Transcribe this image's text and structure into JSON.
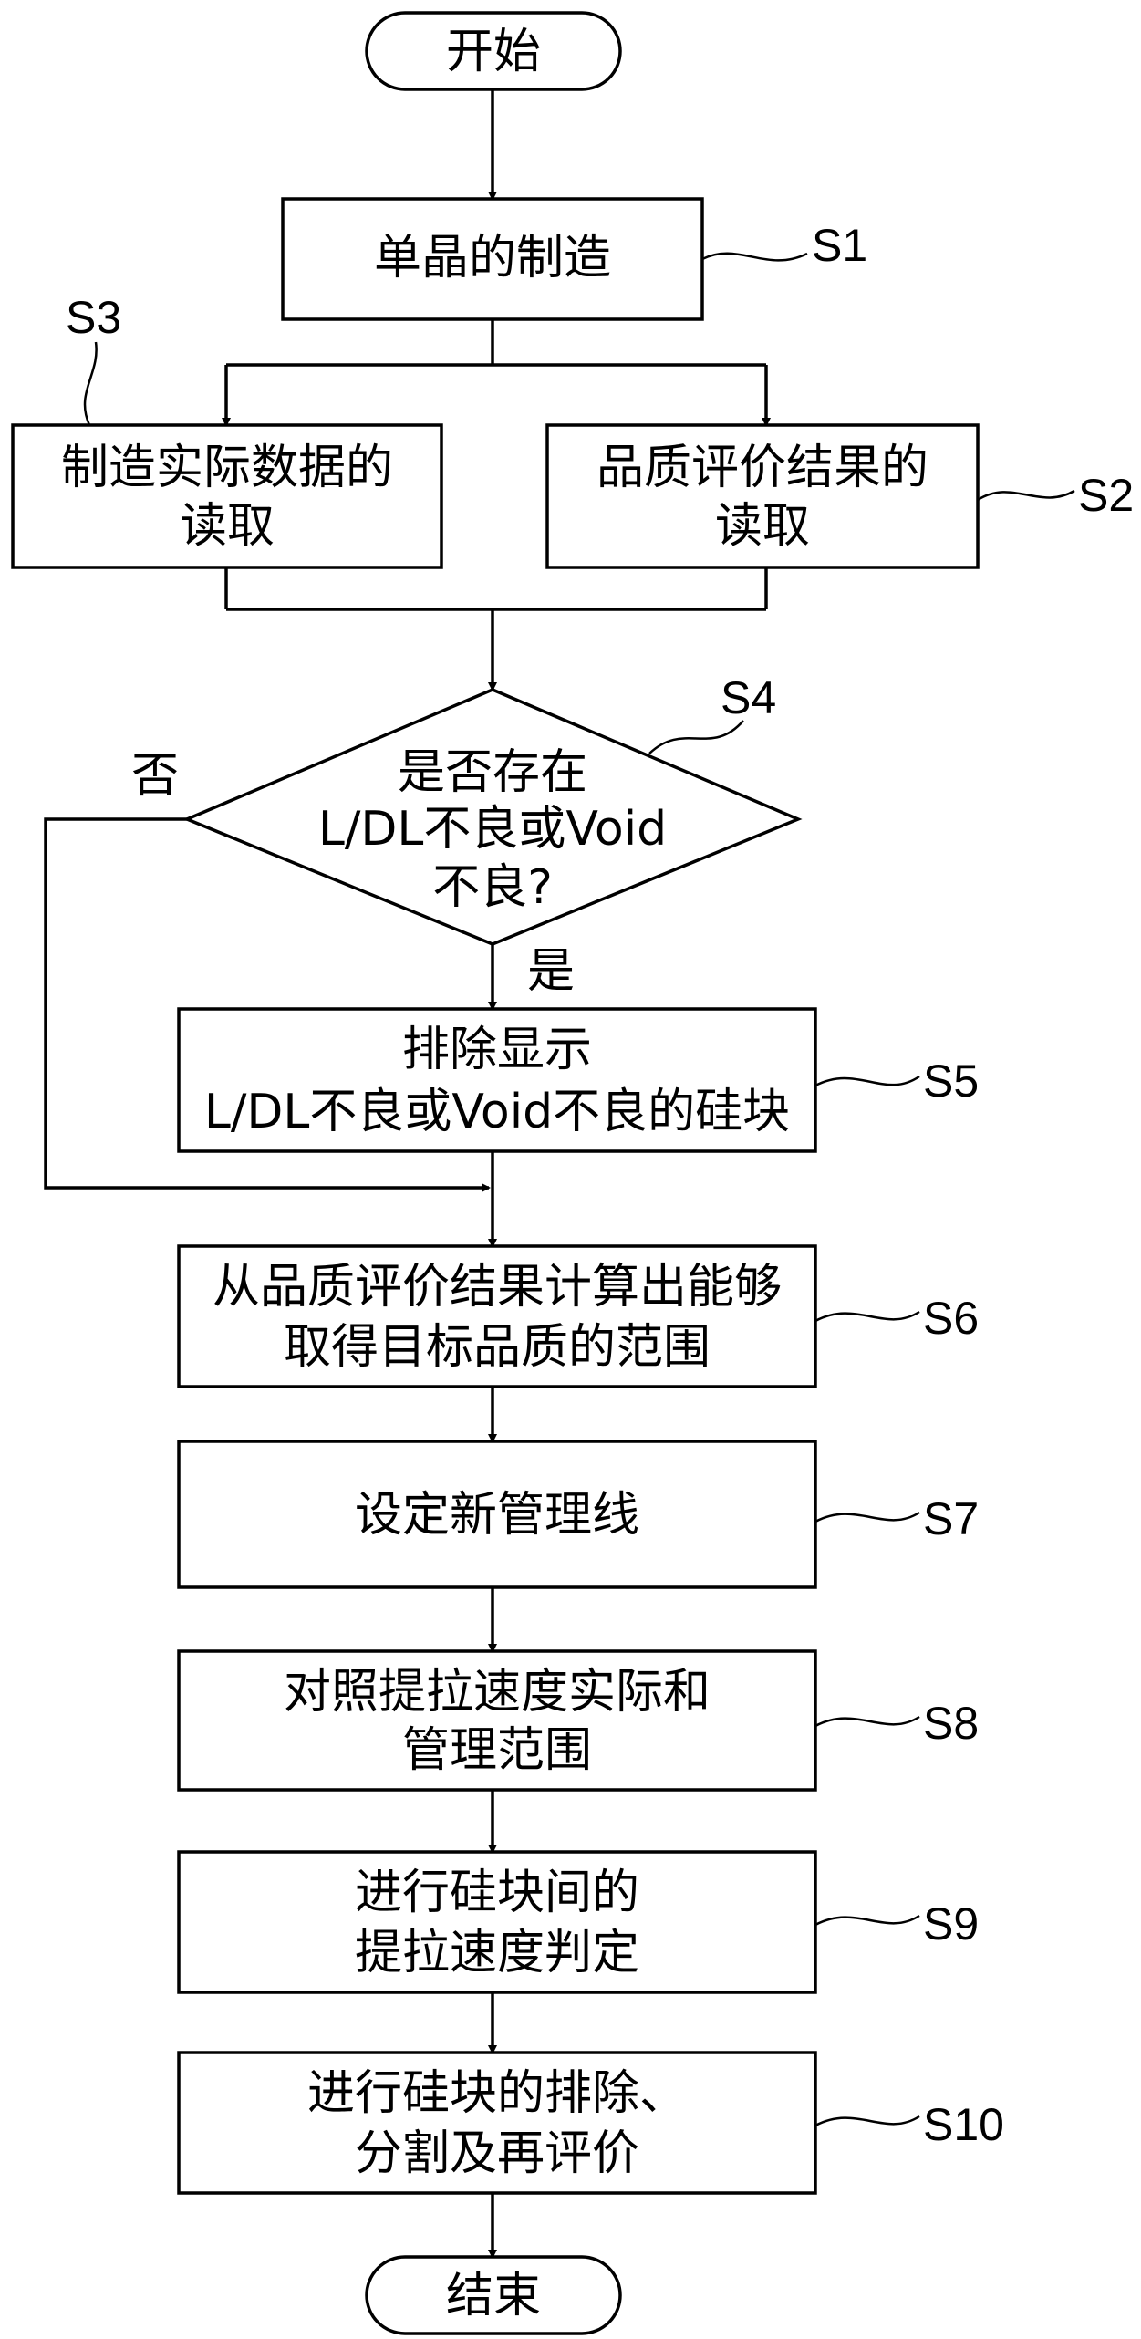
{
  "start": "开始",
  "end": "结束",
  "steps": {
    "s1": {
      "label": "S1",
      "lines": [
        "单晶的制造"
      ]
    },
    "s2": {
      "label": "S2",
      "lines": [
        "品质评价结果的",
        "读取"
      ]
    },
    "s3": {
      "label": "S3",
      "lines": [
        "制造实际数据的",
        "读取"
      ]
    },
    "s4": {
      "label": "S4",
      "lines": [
        "是否存在",
        "L/DL不良或Void",
        "不良?"
      ],
      "yes": "是",
      "no": "否"
    },
    "s5": {
      "label": "S5",
      "lines": [
        "排除显示",
        "L/DL不良或Void不良的硅块"
      ]
    },
    "s6": {
      "label": "S6",
      "lines": [
        "从品质评价结果计算出能够",
        "取得目标品质的范围"
      ]
    },
    "s7": {
      "label": "S7",
      "lines": [
        "设定新管理线"
      ]
    },
    "s8": {
      "label": "S8",
      "lines": [
        "对照提拉速度实际和",
        "管理范围"
      ]
    },
    "s9": {
      "label": "S9",
      "lines": [
        "进行硅块间的",
        "提拉速度判定"
      ]
    },
    "s10": {
      "label": "S10",
      "lines": [
        "进行硅块的排除、",
        "分割及再评价"
      ]
    }
  }
}
